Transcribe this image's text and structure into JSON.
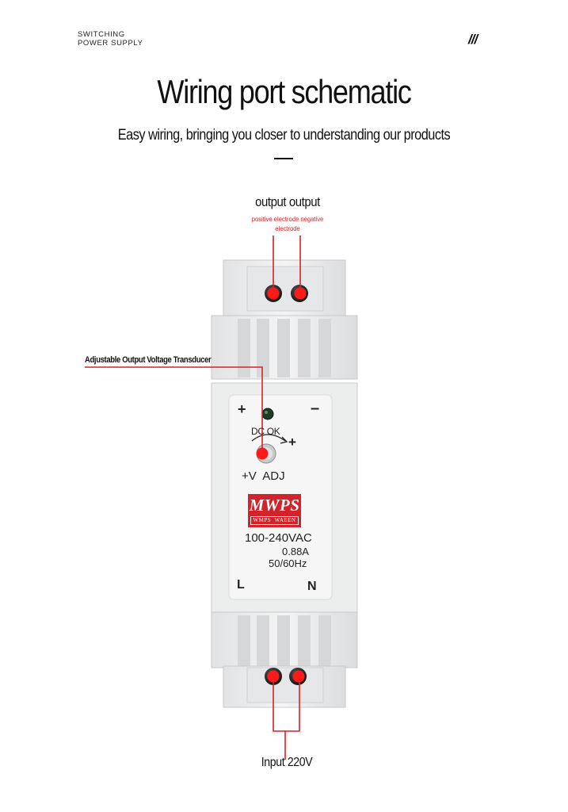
{
  "header": {
    "brand_line1": "SWITCHING",
    "brand_line2": "POWER SUPPLY",
    "brand_mark": "///",
    "title": "Wiring port schematic",
    "subtitle": "Easy wiring, bringing you closer to understanding our products"
  },
  "callouts": {
    "output_title": "output output",
    "output_detail_line1": "positive electrode negative",
    "output_detail_line2": "electrode",
    "adjust_label": "Adjustable Output Voltage Transducer",
    "input_label": "Input 220V"
  },
  "device": {
    "plus": "+",
    "minus": "–",
    "dc_ok": "DC OK",
    "adjust_plus": "+",
    "v_adj": "+V  ADJ",
    "logo_main": "MWPS",
    "logo_sub": "WMPS  WAEEN",
    "input_voltage": "100-240VAC",
    "current": "0.88A",
    "frequency": "50/60Hz",
    "terminal_l": "L",
    "terminal_n": "N"
  },
  "colors": {
    "accent": "#d2232a",
    "housing": "#eceded",
    "panel": "#f3f3f3",
    "text": "#111111"
  }
}
